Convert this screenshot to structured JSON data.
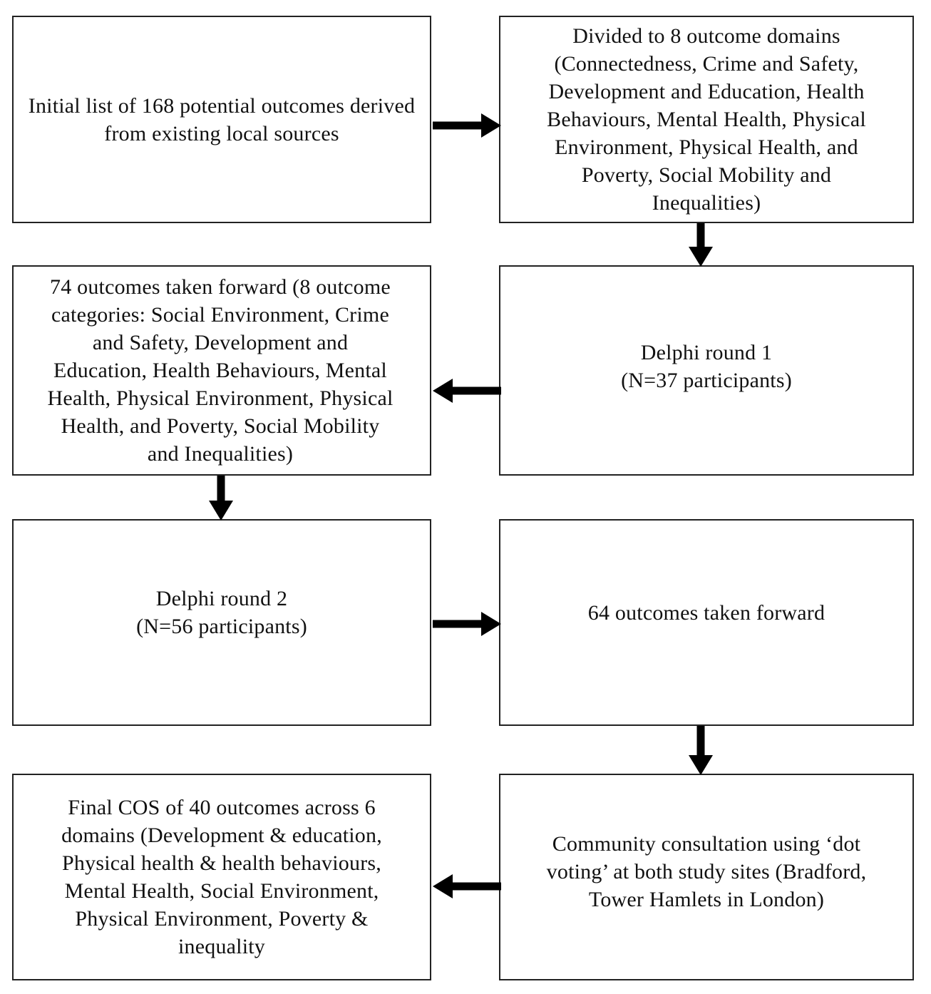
{
  "diagram": {
    "title": "Core Outcome Set (COS) development flow diagram",
    "type": "flowchart",
    "orientation": "two-column serpentine",
    "background_color": "#ffffff",
    "box_border_color": "#222222",
    "arrow_color": "#000000",
    "nodes": [
      {
        "id": "node-1",
        "order": 1,
        "name": "initial-outcome-list",
        "text": "Initial list of 168 potential outcomes derived from existing local sources",
        "column": "left",
        "row": 1
      },
      {
        "id": "node-2",
        "order": 2,
        "name": "eight-outcome-domains",
        "text": "Divided to 8 outcome domains\n(Connectedness, Crime and Safety,\nDevelopment and Education, Health\nBehaviours, Mental Health, Physical\nEnvironment, Physical Health, and\nPoverty, Social Mobility and\nInequalities)",
        "column": "right",
        "row": 1
      },
      {
        "id": "node-3",
        "order": 4,
        "name": "seventy-four-outcomes",
        "text": "74 outcomes taken forward (8 outcome\ncategories: Social Environment, Crime\nand Safety, Development and\nEducation, Health Behaviours, Mental\nHealth, Physical Environment, Physical\nHealth, and Poverty, Social Mobility\nand Inequalities)",
        "column": "left",
        "row": 2
      },
      {
        "id": "node-4",
        "order": 3,
        "name": "delphi-round-1",
        "text": "Delphi round 1\n(N=37 participants)",
        "column": "right",
        "row": 2
      },
      {
        "id": "node-5",
        "order": 5,
        "name": "delphi-round-2",
        "text": "Delphi round 2\n(N=56 participants)",
        "column": "left",
        "row": 3
      },
      {
        "id": "node-6",
        "order": 6,
        "name": "sixty-four-outcomes",
        "text": "64 outcomes taken forward",
        "column": "right",
        "row": 3
      },
      {
        "id": "node-7",
        "order": 8,
        "name": "final-core-outcome-set",
        "text": "Final COS of 40 outcomes across 6\ndomains (Development & education,\nPhysical health & health behaviours,\nMental Health, Social Environment,\nPhysical Environment, Poverty &\ninequality",
        "column": "left",
        "row": 4
      },
      {
        "id": "node-8",
        "order": 7,
        "name": "community-consultation",
        "text": "Community consultation using ‘dot\nvoting’ at both study sites (Bradford,\nTower Hamlets in London)",
        "column": "right",
        "row": 4
      }
    ],
    "arrows": [
      {
        "id": "arrow-1-2",
        "name": "arrow-initial-list-to-domains",
        "from": "node-1",
        "to": "node-2",
        "direction": "right"
      },
      {
        "id": "arrow-2-4",
        "name": "arrow-domains-to-delphi-round-1",
        "from": "node-2",
        "to": "node-4",
        "direction": "down"
      },
      {
        "id": "arrow-4-3",
        "name": "arrow-delphi-round-1-to-74-outcomes",
        "from": "node-4",
        "to": "node-3",
        "direction": "left"
      },
      {
        "id": "arrow-3-5",
        "name": "arrow-74-outcomes-to-delphi-round-2",
        "from": "node-3",
        "to": "node-5",
        "direction": "down"
      },
      {
        "id": "arrow-5-6",
        "name": "arrow-delphi-round-2-to-64-outcomes",
        "from": "node-5",
        "to": "node-6",
        "direction": "right"
      },
      {
        "id": "arrow-6-8",
        "name": "arrow-64-outcomes-to-consultation",
        "from": "node-6",
        "to": "node-8",
        "direction": "down"
      },
      {
        "id": "arrow-8-7",
        "name": "arrow-consultation-to-final-cos",
        "from": "node-8",
        "to": "node-7",
        "direction": "left"
      }
    ]
  }
}
